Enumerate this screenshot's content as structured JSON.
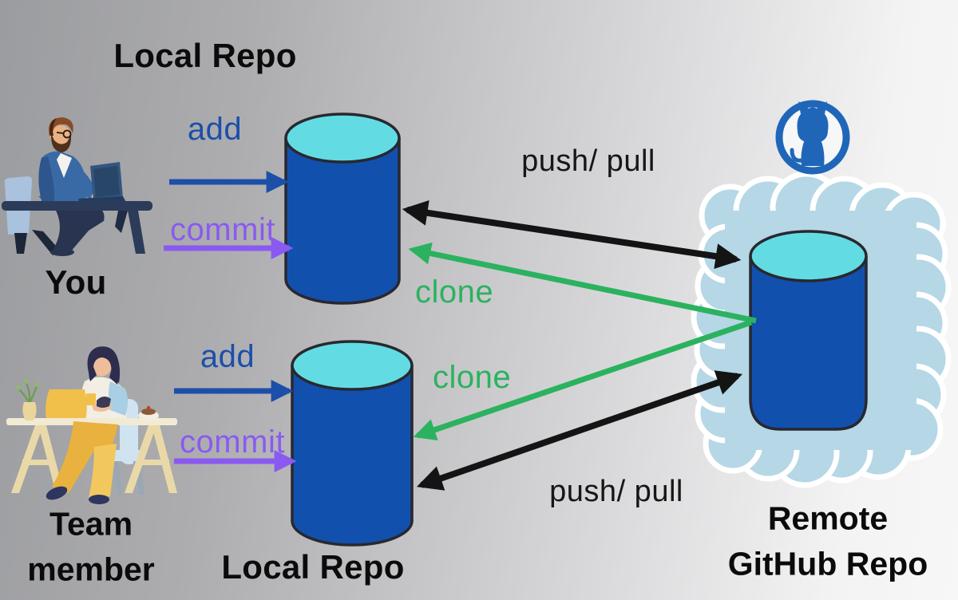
{
  "colors": {
    "background_left": "#9b9c9f",
    "background_right": "#f7f7f7",
    "cylinder_body": "#1250ae",
    "cylinder_top": "#62dce2",
    "shape_outline": "#28282f",
    "add_blue": "#1c4fa8",
    "commit_purple": "#8a5af0",
    "clone_green": "#2bb25f",
    "push_pull_black": "#141414",
    "cloud_fill": "#b5d7e6",
    "cloud_border": "#ffffff",
    "github_blue": "#2066b8",
    "title_black": "#0b0b0b"
  },
  "diagram": {
    "nodes": [
      {
        "id": "local-repo-you",
        "label": "Local Repo"
      },
      {
        "id": "you",
        "label": "You"
      },
      {
        "id": "team-member",
        "label_lines": [
          "Team",
          "member"
        ]
      },
      {
        "id": "local-repo-team",
        "label": "Local Repo"
      },
      {
        "id": "remote-github-repo",
        "label_lines": [
          "Remote",
          "GitHub Repo"
        ]
      }
    ],
    "edges": [
      {
        "label": "add",
        "from": "you",
        "to": "local-repo-you",
        "bidirectional": false
      },
      {
        "label": "commit",
        "from": "you",
        "to": "local-repo-you",
        "bidirectional": false
      },
      {
        "label": "push/ pull",
        "from": "local-repo-you",
        "to": "remote-github-repo",
        "bidirectional": true
      },
      {
        "label": "clone",
        "from": "remote-github-repo",
        "to": "local-repo-you",
        "bidirectional": false
      },
      {
        "label": "add",
        "from": "team-member",
        "to": "local-repo-team",
        "bidirectional": false
      },
      {
        "label": "commit",
        "from": "team-member",
        "to": "local-repo-team",
        "bidirectional": false
      },
      {
        "label": "clone",
        "from": "remote-github-repo",
        "to": "local-repo-team",
        "bidirectional": false
      },
      {
        "label": "push/ pull",
        "from": "local-repo-team",
        "to": "remote-github-repo",
        "bidirectional": true
      }
    ],
    "icons": {
      "github": "github-octocat-icon"
    }
  }
}
